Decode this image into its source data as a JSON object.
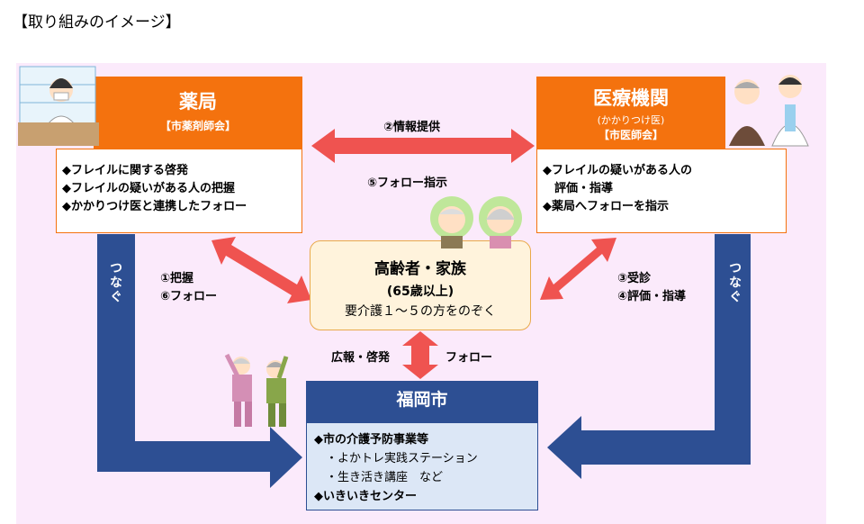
{
  "title": "【取り組みのイメージ】",
  "pharmacy": {
    "name": "薬局",
    "sub": "【市薬剤師会】",
    "items": [
      "◆フレイルに関する啓発",
      "◆フレイルの疑いがある人の把握",
      "◆かかりつけ医と連携したフォロー"
    ]
  },
  "medical": {
    "name": "医療機関",
    "note": "(かかりつけ医)",
    "sub": "【市医師会】",
    "items": [
      "◆フレイルの疑いがある人の",
      "　評価・指導",
      "◆薬局へフォローを指示"
    ]
  },
  "elderly": {
    "title": "高齢者・家族",
    "age": "(65歳以上)",
    "exclude": "要介護１～５の方をのぞく"
  },
  "city": {
    "name": "福岡市",
    "items": [
      "◆市の介護予防事業等",
      "　・よかトレ実践ステーション",
      "　・生き活き講座　など",
      "◆いきいきセンター"
    ]
  },
  "flows": {
    "info": "②情報提供",
    "follow_instruction": "⑤フォロー指示",
    "grasp": "①把握",
    "follow": "⑥フォロー",
    "visit": "③受診",
    "evaluate": "④評価・指導",
    "publicity": "広報・啓発",
    "follow_city": "フォロー",
    "connect_left": "つなぐ",
    "connect_right": "つなぐ"
  },
  "colors": {
    "orange": "#f4720e",
    "navy": "#2d4f93",
    "red": "#ef5350",
    "panel": "#fbeafb"
  }
}
